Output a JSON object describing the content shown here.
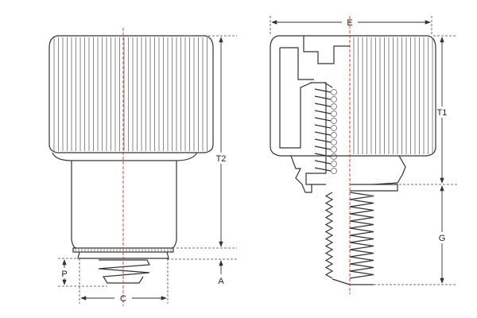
{
  "labels": {
    "E": "E",
    "T1": "T1",
    "T2": "T2",
    "G": "G",
    "P": "P",
    "A": "A",
    "C": "C"
  },
  "colors": {
    "line": "#333333",
    "centerline": "#c0392b"
  }
}
